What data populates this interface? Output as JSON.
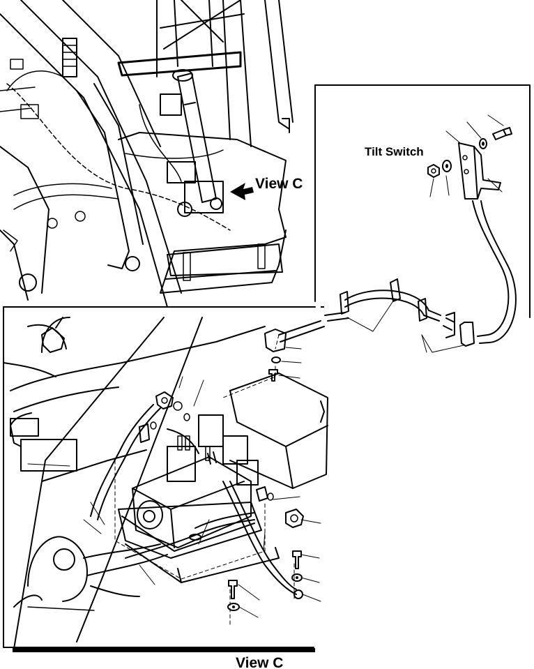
{
  "labels": {
    "view_c_arrow": "View C",
    "tilt_switch": "Tilt Switch",
    "caption": "View C"
  }
}
